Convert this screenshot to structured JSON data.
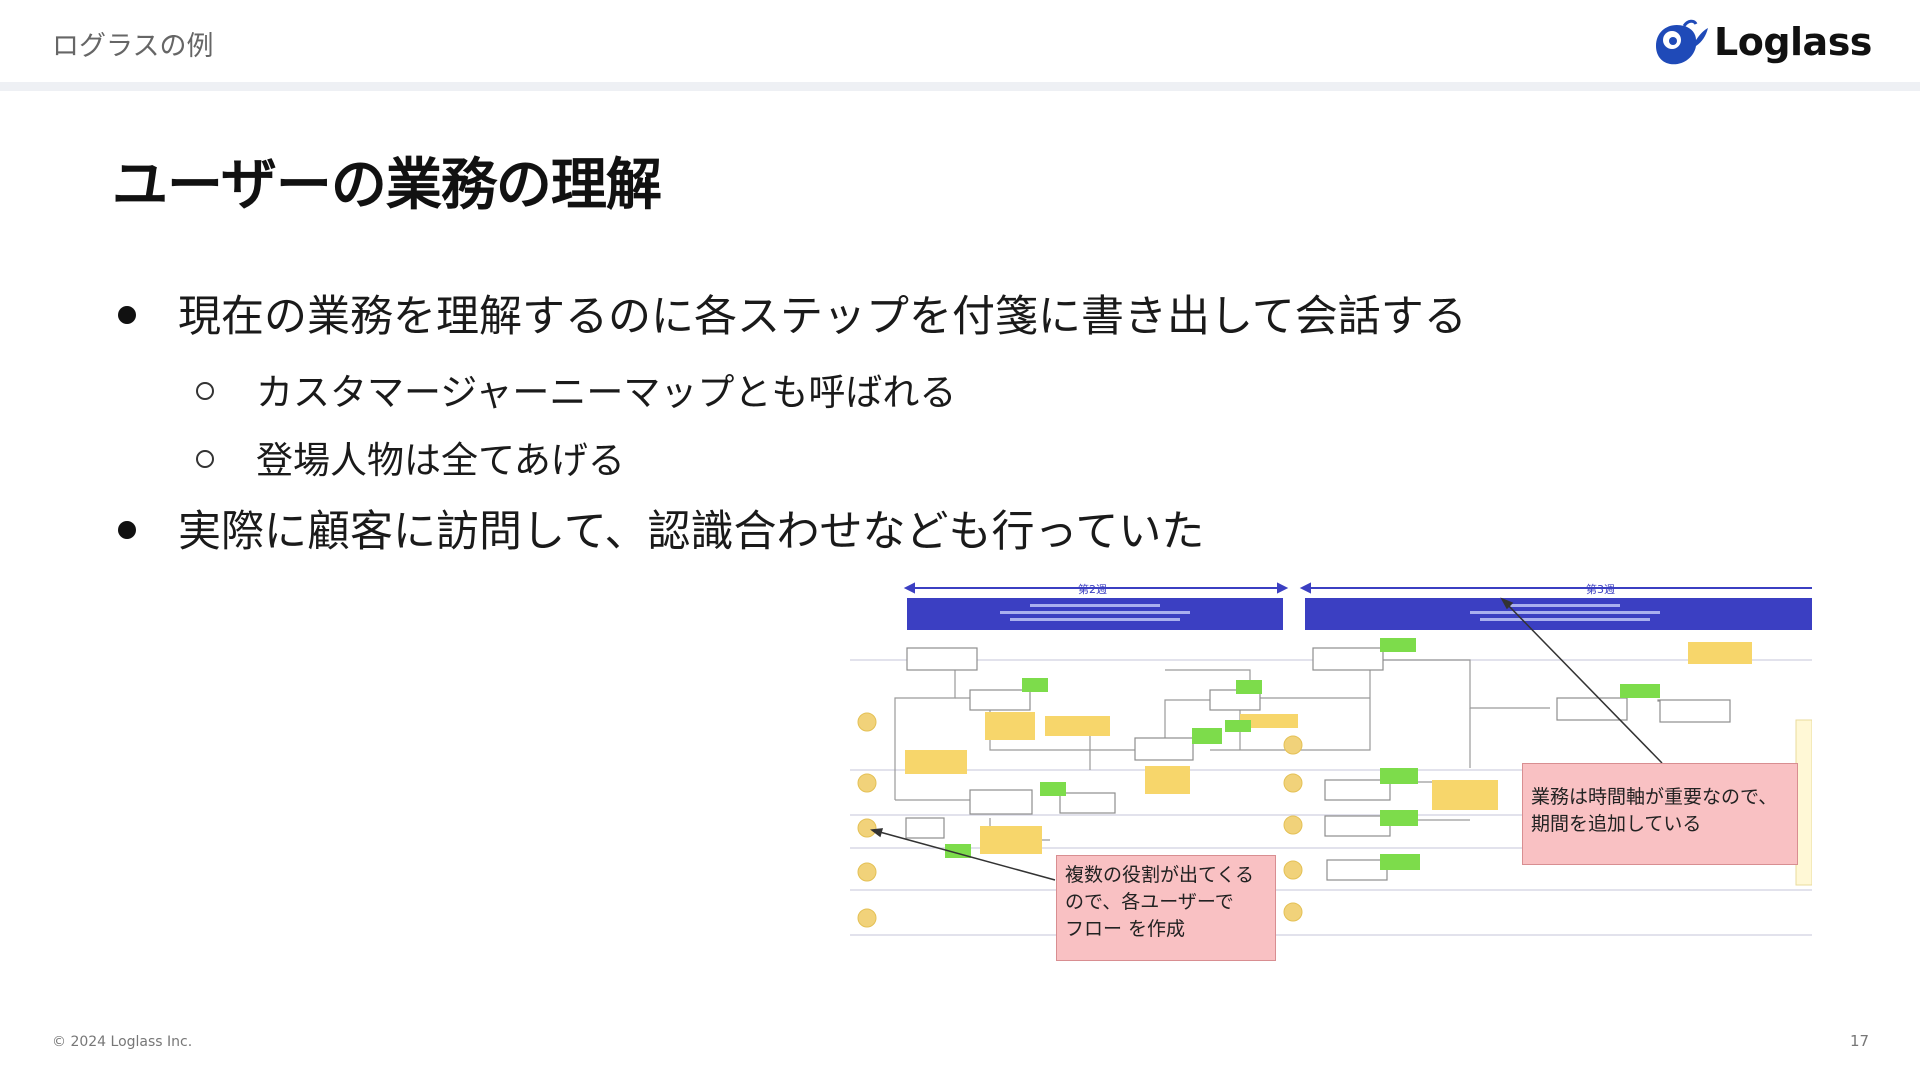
{
  "header": {
    "section_label": "ログラスの例"
  },
  "logo": {
    "text": "Loglass",
    "color": "#1f4ab8"
  },
  "slide": {
    "title": "ユーザーの業務の理解",
    "bullets": [
      "現在の業務を理解するのに各ステップを付箋に書き出して会話する",
      "カスタマージャーニーマップとも呼ばれる",
      "登場人物は全てあげる",
      "実際に顧客に訪問して、認識合わせなども行っていた"
    ]
  },
  "figure": {
    "week_labels": [
      "第2週",
      "第3週"
    ],
    "callout_roles": [
      "複数の役割が出てくる",
      "ので、各ユーザーで",
      "フロー を作成"
    ],
    "callout_time": [
      "業務は時間軸が重要なので、",
      "期間を追加している"
    ],
    "colors": {
      "band": "#3b3fc2",
      "sticky_yellow": "#f7d66b",
      "sticky_green": "#7ddc4b",
      "callout": "#f9c1c3"
    }
  },
  "footer": {
    "copyright": "© 2024 Loglass Inc.",
    "page_number": "17"
  }
}
